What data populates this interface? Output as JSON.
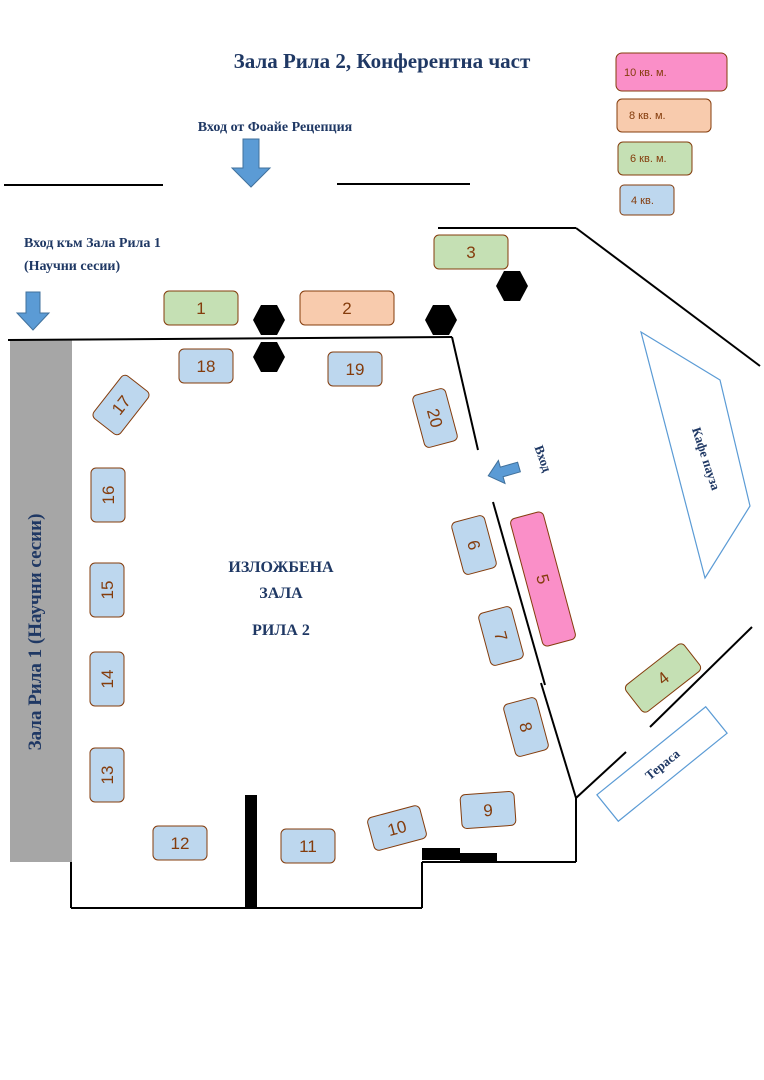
{
  "title": "Зала Рила 2, Конферентна част",
  "labels": {
    "entrance_foyer": "Вход от Фоайе Рецепция",
    "entrance_hall1_line1": "Вход към Зала Рила 1",
    "entrance_hall1_line2": "(Научни сесии)",
    "hall1_vertical": "Зала Рила 1 (Научни сесии)",
    "exhibition_line1": "ИЗЛОЖБЕНА",
    "exhibition_line2": "ЗАЛА",
    "exhibition_line3": "РИЛА 2",
    "entry": "Вход",
    "coffee_break": "Кафе пауза",
    "terrace": "Тераса"
  },
  "legend": [
    {
      "label": "10 кв. м.",
      "color": "#fa8fc8"
    },
    {
      "label": "8 кв. м.",
      "color": "#f8cbad"
    },
    {
      "label": "6 кв. м.",
      "color": "#c5e0b4"
    },
    {
      "label": "4 кв.",
      "color": "#bdd7ee"
    }
  ],
  "booths": [
    {
      "number": "1",
      "category": "6 кв. м."
    },
    {
      "number": "2",
      "category": "8 кв. м."
    },
    {
      "number": "3",
      "category": "6 кв. м."
    },
    {
      "number": "4",
      "category": "6 кв. м."
    },
    {
      "number": "5",
      "category": "10 кв. м."
    },
    {
      "number": "6",
      "category": "4 кв."
    },
    {
      "number": "7",
      "category": "4 кв."
    },
    {
      "number": "8",
      "category": "4 кв."
    },
    {
      "number": "9",
      "category": "4 кв."
    },
    {
      "number": "10",
      "category": "4 кв."
    },
    {
      "number": "11",
      "category": "4 кв."
    },
    {
      "number": "12",
      "category": "4 кв."
    },
    {
      "number": "13",
      "category": "4 кв."
    },
    {
      "number": "14",
      "category": "4 кв."
    },
    {
      "number": "15",
      "category": "4 кв."
    },
    {
      "number": "16",
      "category": "4 кв."
    },
    {
      "number": "17",
      "category": "4 кв."
    },
    {
      "number": "18",
      "category": "4 кв."
    },
    {
      "number": "19",
      "category": "4 кв."
    },
    {
      "number": "20",
      "category": "4 кв."
    }
  ],
  "colors": {
    "text_navy": "#1f3864",
    "booth_border": "#843c0c",
    "arrow_blue": "#5b9bd5",
    "hall1_gray": "#a6a6a6"
  }
}
